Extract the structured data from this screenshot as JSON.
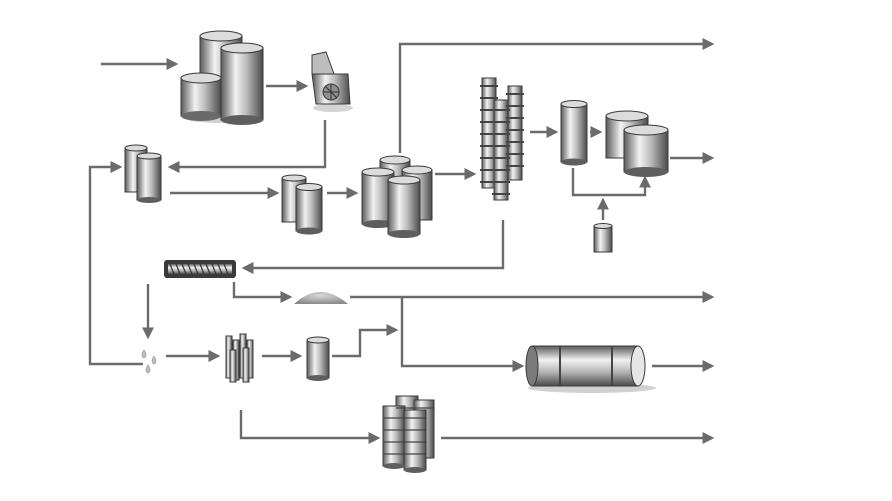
{
  "diagram": {
    "background": "#ffffff",
    "line_color": "#6b6b6b",
    "equipment_colors": {
      "light": "#e6e6e6",
      "mid": "#a8a8a8",
      "dark": "#4a4a4a"
    },
    "equipment": [
      "feed-storage-tanks",
      "crusher-hopper",
      "small-settling-tanks",
      "mid-storage-tanks",
      "reactor-tank-cluster",
      "distillation-columns",
      "small-vertical-tank",
      "product-storage-tanks",
      "additive-tank",
      "screw-conveyor",
      "powder-pile",
      "liquid-droplets",
      "filter-bundle",
      "small-drum",
      "rotary-kiln",
      "drum-stack"
    ]
  }
}
